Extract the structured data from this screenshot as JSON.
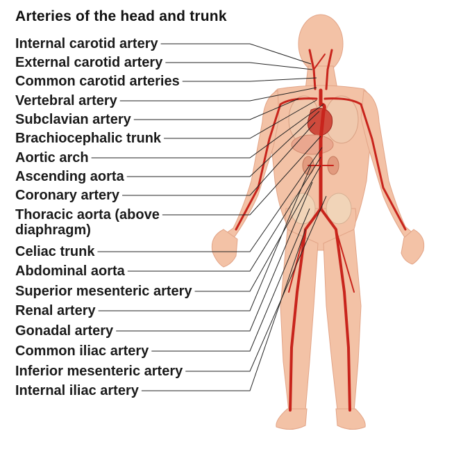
{
  "title": "Arteries of the head and trunk",
  "labels": [
    {
      "text": "Internal carotid artery"
    },
    {
      "text": "External carotid artery"
    },
    {
      "text": "Common carotid arteries"
    },
    {
      "text": "Vertebral artery"
    },
    {
      "text": "Subclavian artery"
    },
    {
      "text": "Brachiocephalic trunk"
    },
    {
      "text": "Aortic arch"
    },
    {
      "text": "Ascending aorta"
    },
    {
      "text": "Coronary artery"
    },
    {
      "text": "Thoracic aorta (above"
    },
    {
      "text": "diaphragm)"
    },
    {
      "text": "Celiac trunk"
    },
    {
      "text": "Abdominal aorta"
    },
    {
      "text": "Superior mesenteric artery"
    },
    {
      "text": "Renal artery"
    },
    {
      "text": "Gonadal artery"
    },
    {
      "text": "Common iliac artery"
    },
    {
      "text": "Inferior mesenteric artery"
    },
    {
      "text": "Internal iliac artery"
    }
  ],
  "colors": {
    "skin": "#f3c2a6",
    "skin_shadow": "#e6a88a",
    "artery": "#c8241c",
    "organ": "#eaa78f",
    "bone": "#f1d4b8",
    "leader": "#222222"
  }
}
